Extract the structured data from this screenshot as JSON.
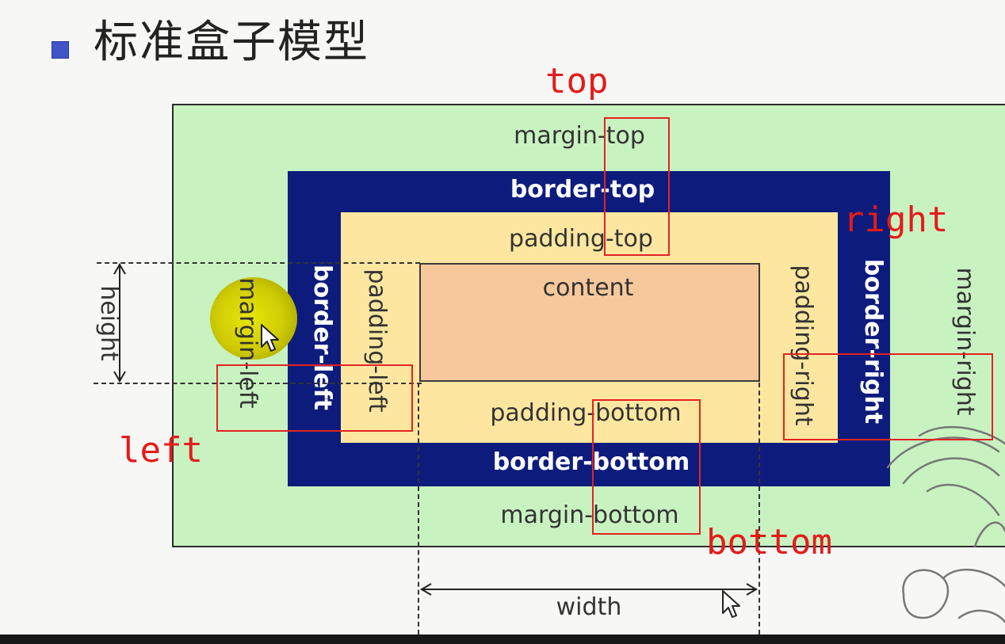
{
  "title": "标准盒子模型",
  "labels": {
    "margin_top": "margin-top",
    "border_top": "border-top",
    "padding_top": "padding-top",
    "content": "content",
    "padding_bottom": "padding-bottom",
    "border_bottom": "border-bottom",
    "margin_bottom": "margin-bottom",
    "margin_left": "margin-left",
    "border_left": "border-left",
    "padding_left": "padding-left",
    "padding_right": "padding-right",
    "border_right": "border-right",
    "margin_right": "margin-right",
    "height": "height",
    "width": "width"
  },
  "annotations": {
    "top": "top",
    "right": "right",
    "left": "left",
    "bottom": "bottom"
  },
  "colors": {
    "margin": "#c9f2c1",
    "border": "#0d1c7c",
    "padding": "#fde7a0",
    "content": "#f7c89c",
    "annotation": "#e41b1b",
    "highlight": "#d8d400"
  },
  "icons": [
    "cursor-arrow-icon"
  ]
}
